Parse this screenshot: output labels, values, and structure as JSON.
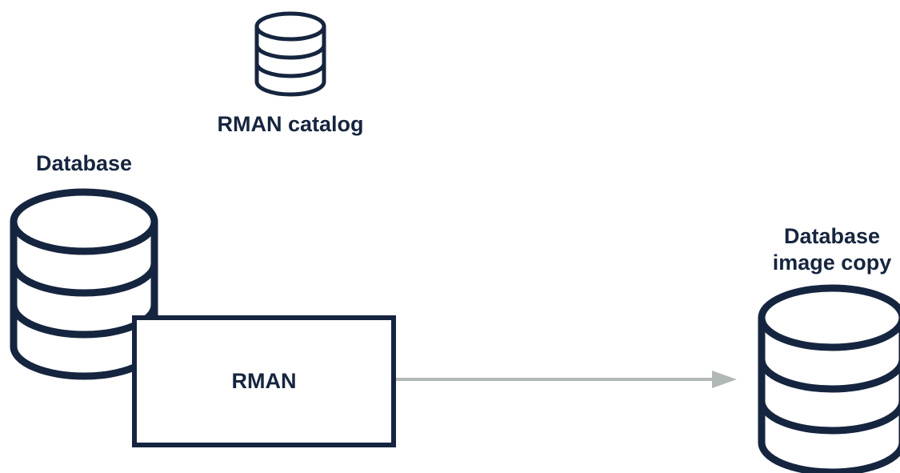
{
  "diagram": {
    "nodes": {
      "rman_catalog": {
        "label": "RMAN catalog",
        "icon": "database-icon"
      },
      "database": {
        "label": "Database",
        "icon": "database-icon"
      },
      "rman": {
        "label": "RMAN"
      },
      "image_copy": {
        "label_line1": "Database",
        "label_line2": "image copy",
        "icon": "database-icon"
      }
    },
    "edges": [
      {
        "from": "rman",
        "to": "image_copy",
        "style": "arrow"
      }
    ],
    "colors": {
      "ink": "#16253f",
      "arrow": "#b2b8b6",
      "background": "#ffffff"
    }
  }
}
